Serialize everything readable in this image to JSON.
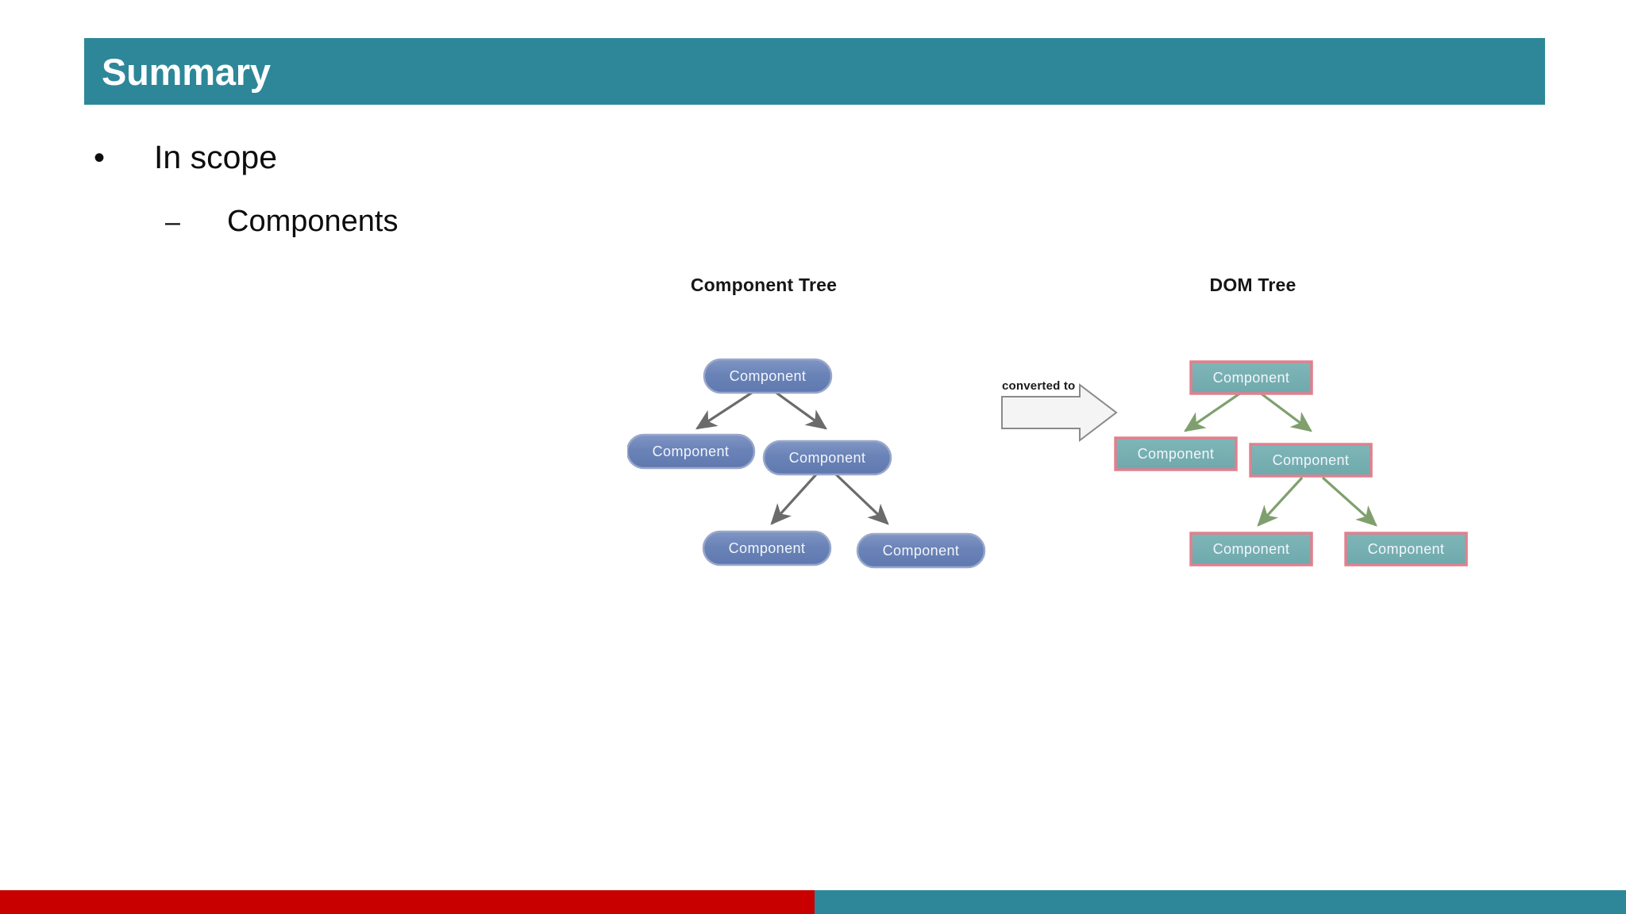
{
  "slide": {
    "title": "Summary",
    "background_color": "#ffffff",
    "accent_color": "#2d8799"
  },
  "bullets": {
    "level1": {
      "marker": "•",
      "label": "In scope"
    },
    "level2": {
      "marker": "–",
      "label": "Components"
    }
  },
  "diagram": {
    "left_tree": {
      "title": "Component Tree",
      "node_style": {
        "shape": "rounded-pill",
        "fill": "#6b84b8",
        "border": "#8e9cc4",
        "text_color": "#eef2fa"
      },
      "arrow_color": "#6b6b6b",
      "nodes": [
        {
          "id": "l-root",
          "label": "Component",
          "level": 0
        },
        {
          "id": "l-c1",
          "label": "Component",
          "level": 1
        },
        {
          "id": "l-c2",
          "label": "Component",
          "level": 1
        },
        {
          "id": "l-g1",
          "label": "Component",
          "level": 2
        },
        {
          "id": "l-g2",
          "label": "Component",
          "level": 2
        }
      ],
      "edges": [
        {
          "from": "l-root",
          "to": "l-c1"
        },
        {
          "from": "l-root",
          "to": "l-c2"
        },
        {
          "from": "l-c2",
          "to": "l-g1"
        },
        {
          "from": "l-c2",
          "to": "l-g2"
        }
      ]
    },
    "connector": {
      "label": "converted to",
      "shape": "block-arrow-right",
      "fill": "#f4f4f4",
      "border": "#8a8a8a"
    },
    "right_tree": {
      "title": "DOM Tree",
      "node_style": {
        "shape": "rectangle",
        "fill": "#76b0b3",
        "border": "#e4808f",
        "text_color": "#f2fbfb"
      },
      "arrow_color": "#7fa06e",
      "nodes": [
        {
          "id": "r-root",
          "label": "Component",
          "level": 0
        },
        {
          "id": "r-c1",
          "label": "Component",
          "level": 1
        },
        {
          "id": "r-c2",
          "label": "Component",
          "level": 1
        },
        {
          "id": "r-g1",
          "label": "Component",
          "level": 2
        },
        {
          "id": "r-g2",
          "label": "Component",
          "level": 2
        }
      ],
      "edges": [
        {
          "from": "r-root",
          "to": "r-c1"
        },
        {
          "from": "r-root",
          "to": "r-c2"
        },
        {
          "from": "r-c2",
          "to": "r-g1"
        },
        {
          "from": "r-c2",
          "to": "r-g2"
        }
      ]
    }
  },
  "footer": {
    "left_color": "#c80000",
    "right_color": "#2d8799"
  }
}
